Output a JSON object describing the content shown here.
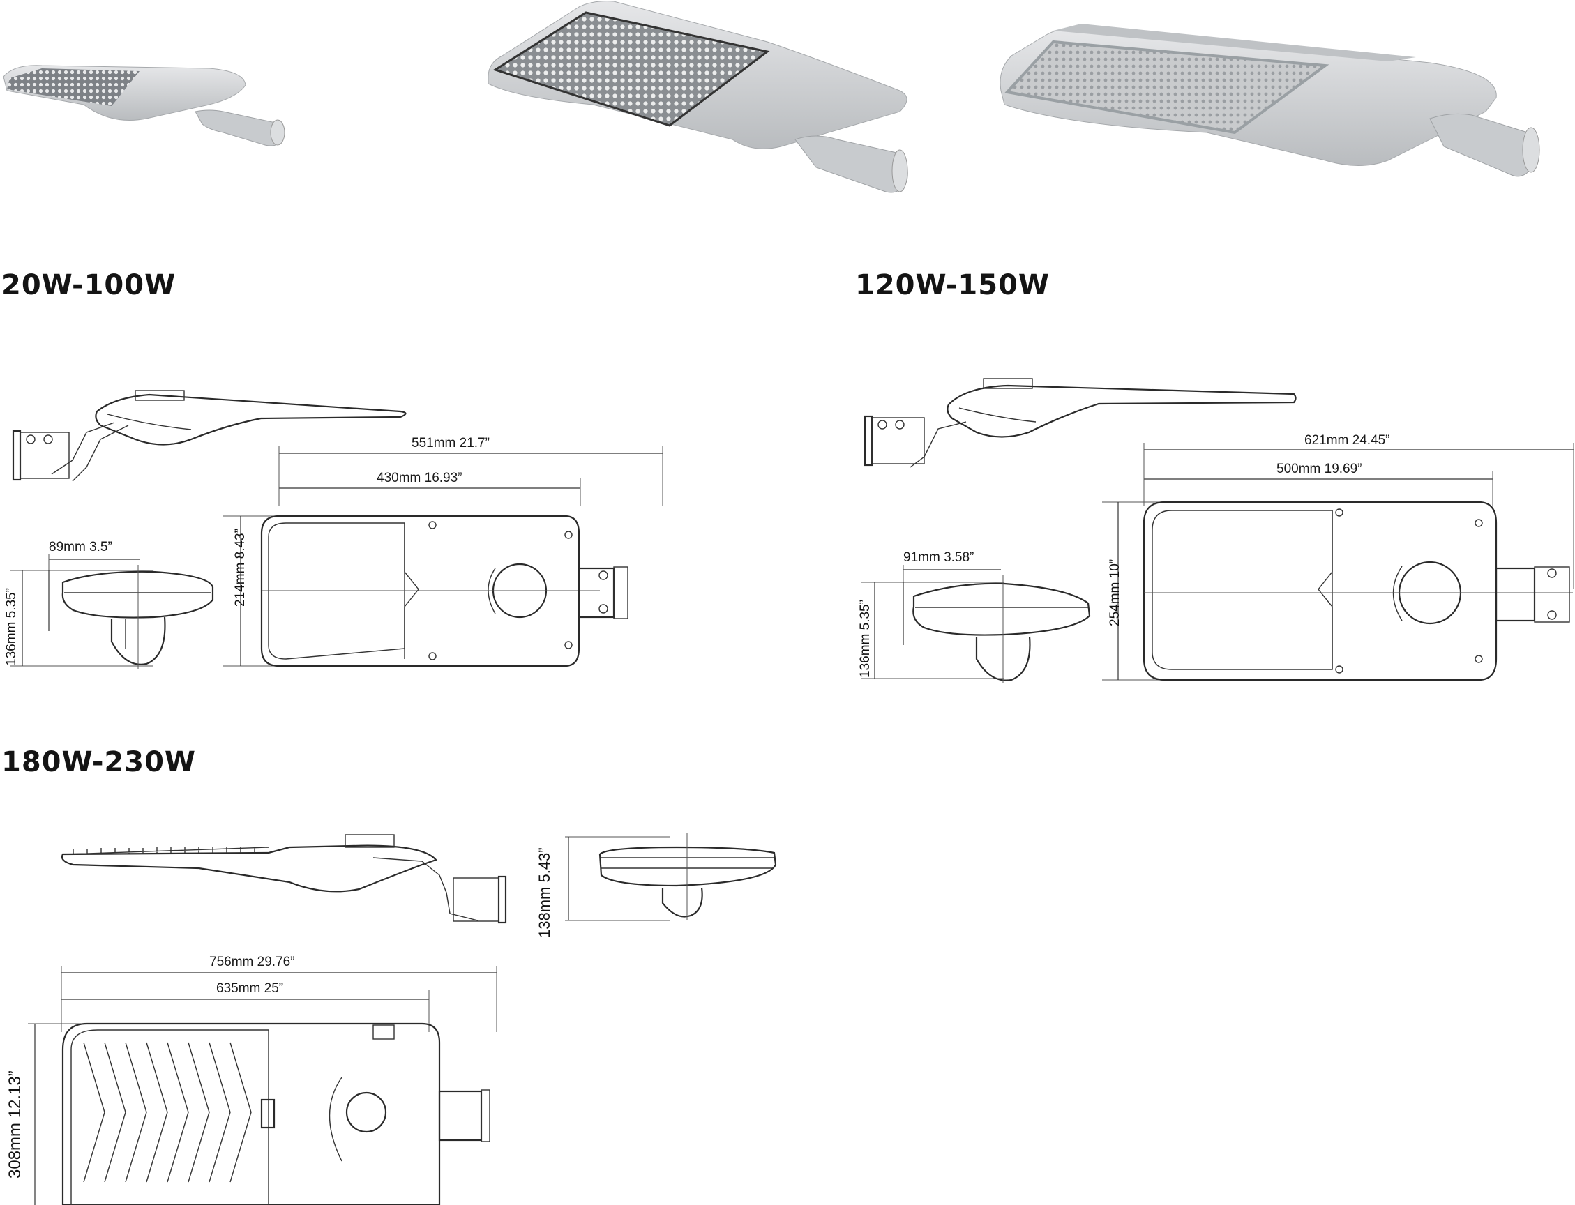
{
  "headings": {
    "small": "20W-100W",
    "medium": "120W-150W",
    "large": "180W-230W"
  },
  "dims_small": {
    "total_length": "551mm  21.7”",
    "body_length": "430mm  16.93”",
    "width": "214mm  8.43”",
    "height": "136mm  5.35”",
    "depth": "89mm  3.5”"
  },
  "dims_medium": {
    "total_length": "621mm  24.45”",
    "body_length": "500mm  19.69”",
    "width": "254mm  10”",
    "height": "136mm  5.35”",
    "depth": "91mm  3.58”"
  },
  "dims_large": {
    "total_length": "756mm  29.76”",
    "body_length": "635mm  25”",
    "width": "308mm  12.13”",
    "height": "138mm  5.43”"
  },
  "colors": {
    "housing": "#d6d8da",
    "led_panel": "#8e9296",
    "line": "#2a2a2a"
  }
}
